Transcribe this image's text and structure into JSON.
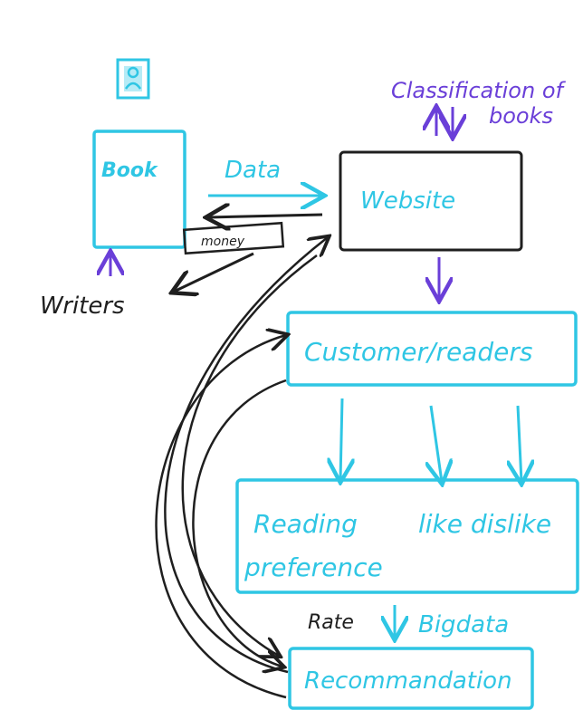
{
  "colors": {
    "cyan": "#2fc6e4",
    "purple": "#6a3fd8",
    "black": "#1f1f1f"
  },
  "icons": {
    "book": "book-icon"
  },
  "diagram": {
    "book_label": "Book",
    "data_label": "Data",
    "money_label": "money",
    "website_label": "Website",
    "classification_line1": "Classification of",
    "classification_line2": "books",
    "writers_label": "Writers",
    "customer_label": "Customer/readers",
    "reading_line1": "Reading",
    "reading_line2": "preference",
    "like_dislike_label": "like dislike",
    "rate_label": "Rate",
    "bigdata_label": "Bigdata",
    "recommendation_label": "Recommandation"
  }
}
